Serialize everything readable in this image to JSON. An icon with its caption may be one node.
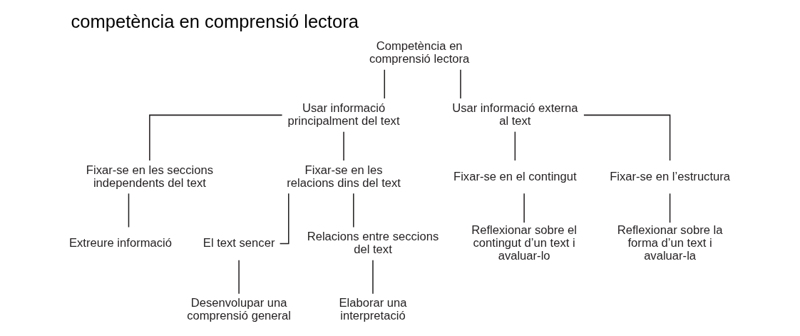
{
  "diagram": {
    "title": "competència en comprensió lectora",
    "nodes": [
      {
        "text": [
          "Competència en comprensió lectora"
        ]
      },
      {
        "text": [
          "Usar informació principalment del text"
        ]
      },
      {
        "text": [
          "Usar informació externa al text"
        ]
      },
      {
        "text": [
          "Fixar-se en les seccions independents del text"
        ]
      },
      {
        "text": [
          "Fixar-se en les relacions dins del text"
        ]
      },
      {
        "text": [
          "Fixar-se en el contingut"
        ]
      },
      {
        "text": [
          "Fixar-se en l’estructura"
        ]
      },
      {
        "text": [
          "El text sencer"
        ]
      },
      {
        "text": [
          "Relacions entre seccions del text"
        ]
      },
      {
        "text": [
          "Extreure informació"
        ]
      },
      {
        "text": [
          "Desenvolupar una comprensió general"
        ]
      },
      {
        "text": [
          "Elaborar una interpretació"
        ]
      },
      {
        "text": [
          "Reflexionar sobre el contingut d’un text i avaluar-lo"
        ]
      },
      {
        "text": [
          "Reflexionar sobre la forma d’un text i avaluar-la"
        ]
      }
    ],
    "edges": [
      {
        "from": 0,
        "to": 1,
        "arrow": "none"
      },
      {
        "from": 0,
        "to": 2,
        "arrow": "none"
      },
      {
        "from": 1,
        "to": 3,
        "arrow": "none"
      },
      {
        "from": 1,
        "to": 4,
        "arrow": "none"
      },
      {
        "from": 2,
        "to": 5,
        "arrow": "none"
      },
      {
        "from": 2,
        "to": 6,
        "arrow": "none"
      },
      {
        "from": 4,
        "to": 7,
        "arrow": "none"
      },
      {
        "from": 4,
        "to": 8,
        "arrow": "none"
      },
      {
        "from": 3,
        "to": 9,
        "arrow": "none"
      },
      {
        "from": 7,
        "to": 10,
        "arrow": "none"
      },
      {
        "from": 8,
        "to": 11,
        "arrow": "none"
      },
      {
        "from": 5,
        "to": 12,
        "arrow": "none"
      },
      {
        "from": 6,
        "to": 13,
        "arrow": "none"
      }
    ]
  }
}
